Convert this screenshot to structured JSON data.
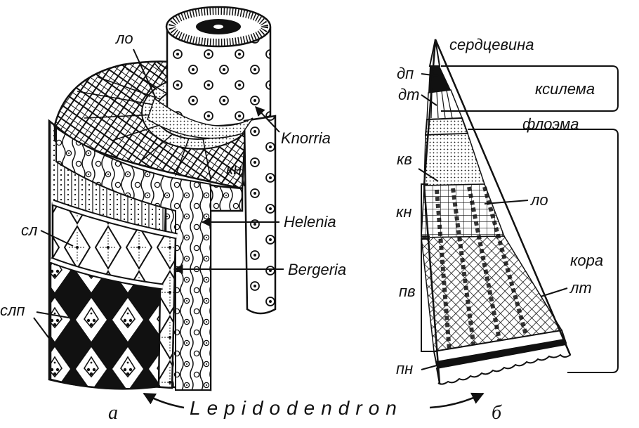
{
  "left_figure": {
    "labels": {
      "lo": "ло",
      "kn": "кн",
      "sl": "сл",
      "slp": "слп",
      "knorria": "Knorria",
      "helenia": "Helenia",
      "bergeria": "Bergeria"
    },
    "caption": "а"
  },
  "right_figure": {
    "labels": {
      "serdtsevina": "сердцевина",
      "dp": "дп",
      "dt": "дт",
      "ksilema": "ксилема",
      "floema": "флоэма",
      "kv": "кв",
      "lo": "ло",
      "kn": "кн",
      "pv": "пв",
      "kora": "кора",
      "lt": "лт",
      "pn": "пн"
    },
    "caption": "б"
  },
  "genus": "Lepidodendron",
  "colors": {
    "ink": "#111111",
    "background": "#ffffff"
  },
  "icons": [
    "knorria-stem-cylinder",
    "lepidodendron-stem-block",
    "stem-wedge-section"
  ]
}
